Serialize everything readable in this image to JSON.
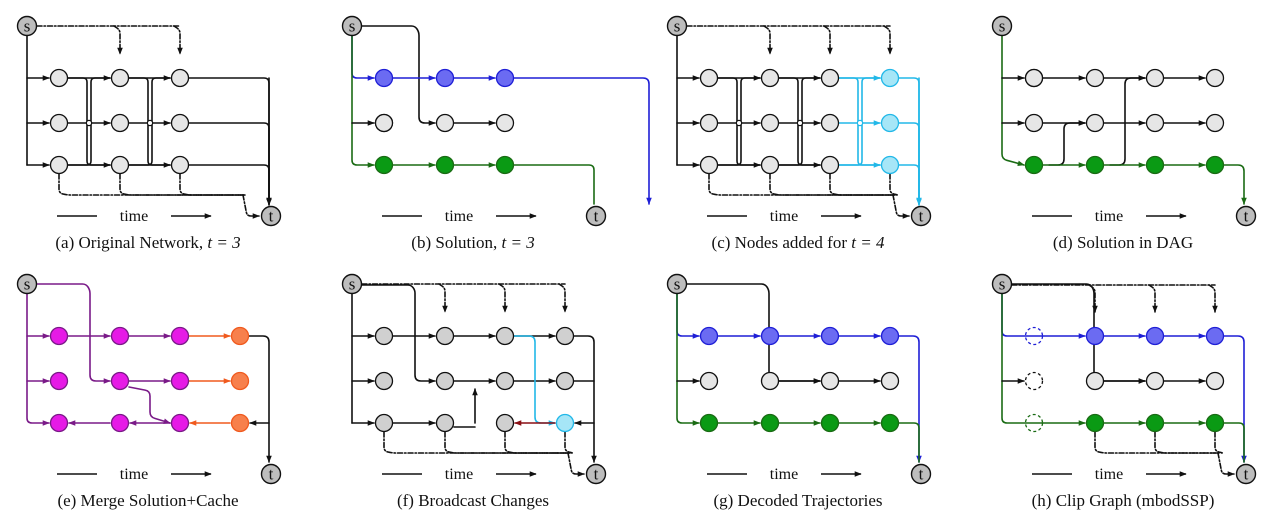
{
  "colors": {
    "black": "#111111",
    "blue": "#1f1fd6",
    "blue_fill": "#6b6bf2",
    "green": "#1a6b14",
    "green_fill": "#0a9a14",
    "cyan": "#22b8e8",
    "cyan_fill": "#a6e6f7",
    "purple": "#7a1a88",
    "magenta_fill": "#e61ae6",
    "orange": "#f05a1e",
    "orange_fill": "#f7804c",
    "darkred": "#8a0f14",
    "gray_fill": "#d0d0d0",
    "light_fill": "#e6e6e6",
    "terminal_fill": "#bdbdbd"
  },
  "labels": {
    "source": "s",
    "sink": "t",
    "time": "time"
  },
  "panels": [
    {
      "id": "a",
      "caption_text": "(a) Original Network, ",
      "caption_math": "t = 3"
    },
    {
      "id": "b",
      "caption_text": "(b) Solution, ",
      "caption_math": "t = 3"
    },
    {
      "id": "c",
      "caption_text": "(c) Nodes added for ",
      "caption_math": "t = 4"
    },
    {
      "id": "d",
      "caption_text": "(d) Solution in DAG",
      "caption_math": ""
    },
    {
      "id": "e",
      "caption_text": "(e) Merge Solution+Cache",
      "caption_math": ""
    },
    {
      "id": "f",
      "caption_text": "(f) Broadcast Changes",
      "caption_math": ""
    },
    {
      "id": "g",
      "caption_text": "(g) Decoded Trajectories",
      "caption_math": ""
    },
    {
      "id": "h",
      "caption_text": "(h) Clip Graph (mbodSSP)",
      "caption_math": ""
    }
  ]
}
